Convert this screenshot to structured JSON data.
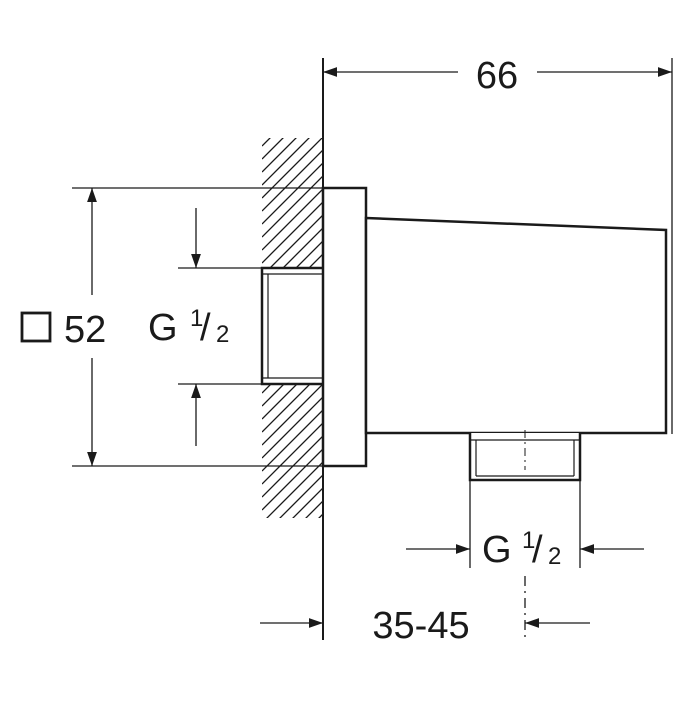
{
  "colors": {
    "ink": "#1a1a1a",
    "background": "#ffffff"
  },
  "dimensions": {
    "overall_depth": "66",
    "square_symbol": "square-icon",
    "square_size": "52",
    "thread_inlet": {
      "prefix": "G",
      "numerator": "1",
      "slash": "/",
      "denominator": "2"
    },
    "thread_outlet": {
      "prefix": "G",
      "numerator": "1",
      "slash": "/",
      "denominator": "2"
    },
    "offset_range": "35-45"
  }
}
